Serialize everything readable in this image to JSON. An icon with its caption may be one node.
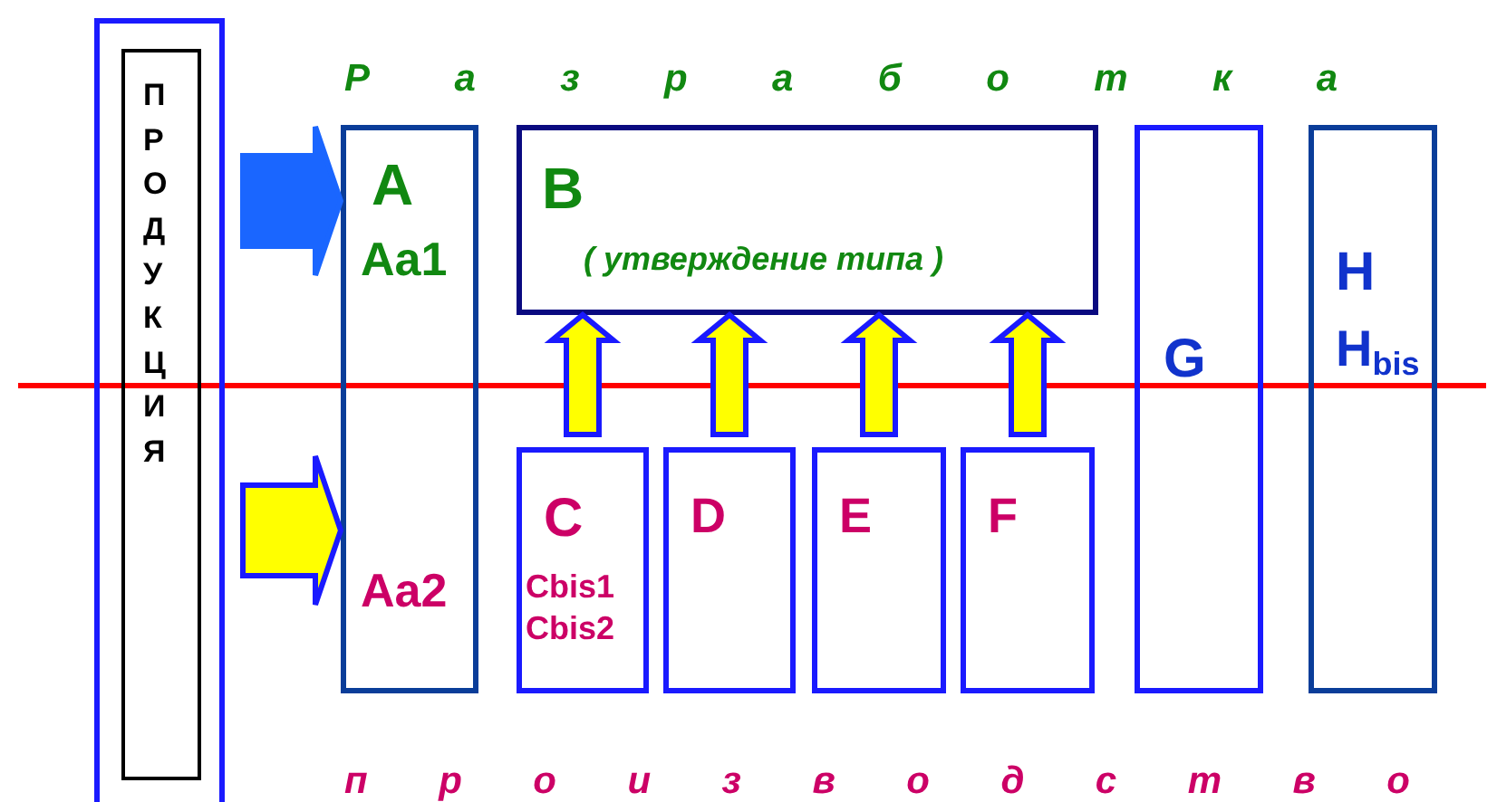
{
  "diagram": {
    "nodes": [
      {
        "text": [],
        "shape": "box"
      },
      {
        "text": [
          "ПРОДУКЦИЯ"
        ],
        "in": 0
      },
      {
        "text": [
          "A",
          "Aa1",
          "Aa2"
        ]
      },
      {
        "text": [
          "B",
          "( утверждение типа )"
        ]
      },
      {
        "text": [
          "C",
          "Cbis1 Cbis2"
        ]
      },
      {
        "text": [
          "D"
        ]
      },
      {
        "text": [
          "E"
        ]
      },
      {
        "text": [
          "F"
        ]
      },
      {
        "text": [
          "G"
        ]
      },
      {
        "text": [
          "H",
          "H$_{bis}$"
        ]
      }
    ],
    "edges": [
      {
        "from": 0,
        "to": 2,
        "arrow": "to",
        "color": "#1a66ff"
      },
      {
        "from": 0,
        "to": 2,
        "arrow": "to"
      },
      {
        "from": 4,
        "to": 3,
        "arrow": "to"
      },
      {
        "from": 5,
        "to": 3,
        "arrow": "to"
      },
      {
        "from": 6,
        "to": 3,
        "arrow": "to"
      },
      {
        "from": 7,
        "to": 3,
        "arrow": "to"
      }
    ],
    "labels": [
      "Р а з р а б о т к а",
      "п р о и з в о д с т в о"
    ]
  }
}
